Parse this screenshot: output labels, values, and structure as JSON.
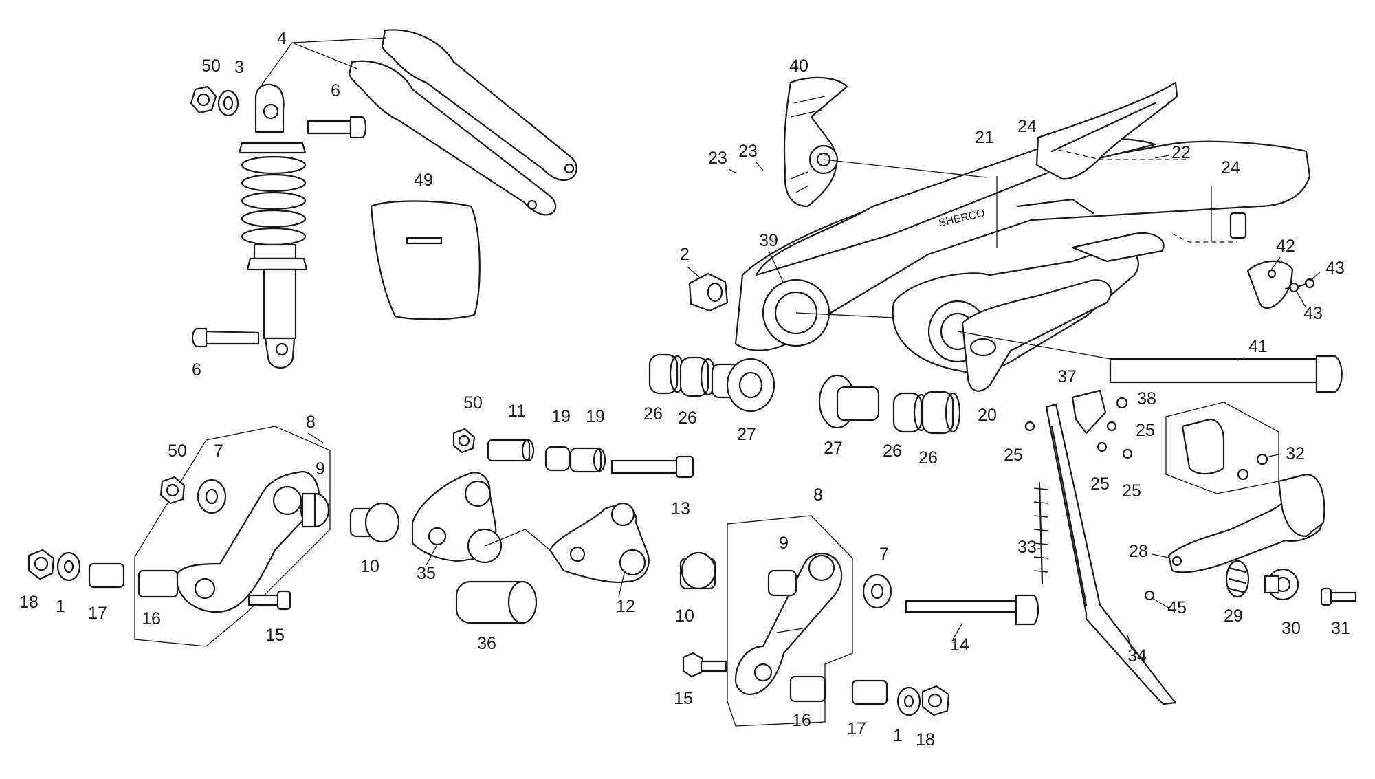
{
  "diagram": {
    "callouts": [
      {
        "id": "c-4",
        "label": "4"
      },
      {
        "id": "c-50a",
        "label": "50"
      },
      {
        "id": "c-3",
        "label": "3"
      },
      {
        "id": "c-6a",
        "label": "6"
      },
      {
        "id": "c-49",
        "label": "49"
      },
      {
        "id": "c-6b",
        "label": "6"
      },
      {
        "id": "c-40",
        "label": "40"
      },
      {
        "id": "c-23a",
        "label": "23"
      },
      {
        "id": "c-23b",
        "label": "23"
      },
      {
        "id": "c-21",
        "label": "21"
      },
      {
        "id": "c-24a",
        "label": "24"
      },
      {
        "id": "c-22",
        "label": "22"
      },
      {
        "id": "c-24b",
        "label": "24"
      },
      {
        "id": "c-39",
        "label": "39"
      },
      {
        "id": "c-2",
        "label": "2"
      },
      {
        "id": "c-42",
        "label": "42"
      },
      {
        "id": "c-43a",
        "label": "43"
      },
      {
        "id": "c-43b",
        "label": "43"
      },
      {
        "id": "c-41",
        "label": "41"
      },
      {
        "id": "c-26a",
        "label": "26"
      },
      {
        "id": "c-26b",
        "label": "26"
      },
      {
        "id": "c-27a",
        "label": "27"
      },
      {
        "id": "c-27b",
        "label": "27"
      },
      {
        "id": "c-26c",
        "label": "26"
      },
      {
        "id": "c-26d",
        "label": "26"
      },
      {
        "id": "c-20",
        "label": "20"
      },
      {
        "id": "c-37",
        "label": "37"
      },
      {
        "id": "c-38",
        "label": "38"
      },
      {
        "id": "c-25a",
        "label": "25"
      },
      {
        "id": "c-25b",
        "label": "25"
      },
      {
        "id": "c-25c",
        "label": "25"
      },
      {
        "id": "c-25d",
        "label": "25"
      },
      {
        "id": "c-32",
        "label": "32"
      },
      {
        "id": "c-50b",
        "label": "50"
      },
      {
        "id": "c-11",
        "label": "11"
      },
      {
        "id": "c-19a",
        "label": "19"
      },
      {
        "id": "c-19b",
        "label": "19"
      },
      {
        "id": "c-13",
        "label": "13"
      },
      {
        "id": "c-8a",
        "label": "8"
      },
      {
        "id": "c-50c",
        "label": "50"
      },
      {
        "id": "c-7a",
        "label": "7"
      },
      {
        "id": "c-9a",
        "label": "9"
      },
      {
        "id": "c-10a",
        "label": "10"
      },
      {
        "id": "c-35",
        "label": "35"
      },
      {
        "id": "c-12",
        "label": "12"
      },
      {
        "id": "c-36",
        "label": "36"
      },
      {
        "id": "c-18a",
        "label": "18"
      },
      {
        "id": "c-1a",
        "label": "1"
      },
      {
        "id": "c-17a",
        "label": "17"
      },
      {
        "id": "c-16a",
        "label": "16"
      },
      {
        "id": "c-15a",
        "label": "15"
      },
      {
        "id": "c-8b",
        "label": "8"
      },
      {
        "id": "c-9b",
        "label": "9"
      },
      {
        "id": "c-7b",
        "label": "7"
      },
      {
        "id": "c-10b",
        "label": "10"
      },
      {
        "id": "c-14",
        "label": "14"
      },
      {
        "id": "c-15b",
        "label": "15"
      },
      {
        "id": "c-16b",
        "label": "16"
      },
      {
        "id": "c-17b",
        "label": "17"
      },
      {
        "id": "c-1b",
        "label": "1"
      },
      {
        "id": "c-18b",
        "label": "18"
      },
      {
        "id": "c-33",
        "label": "33"
      },
      {
        "id": "c-34",
        "label": "34"
      },
      {
        "id": "c-45",
        "label": "45"
      },
      {
        "id": "c-28",
        "label": "28"
      },
      {
        "id": "c-29",
        "label": "29"
      },
      {
        "id": "c-30",
        "label": "30"
      },
      {
        "id": "c-31",
        "label": "31"
      }
    ],
    "swingarm_logo_text": "SHERCO"
  }
}
